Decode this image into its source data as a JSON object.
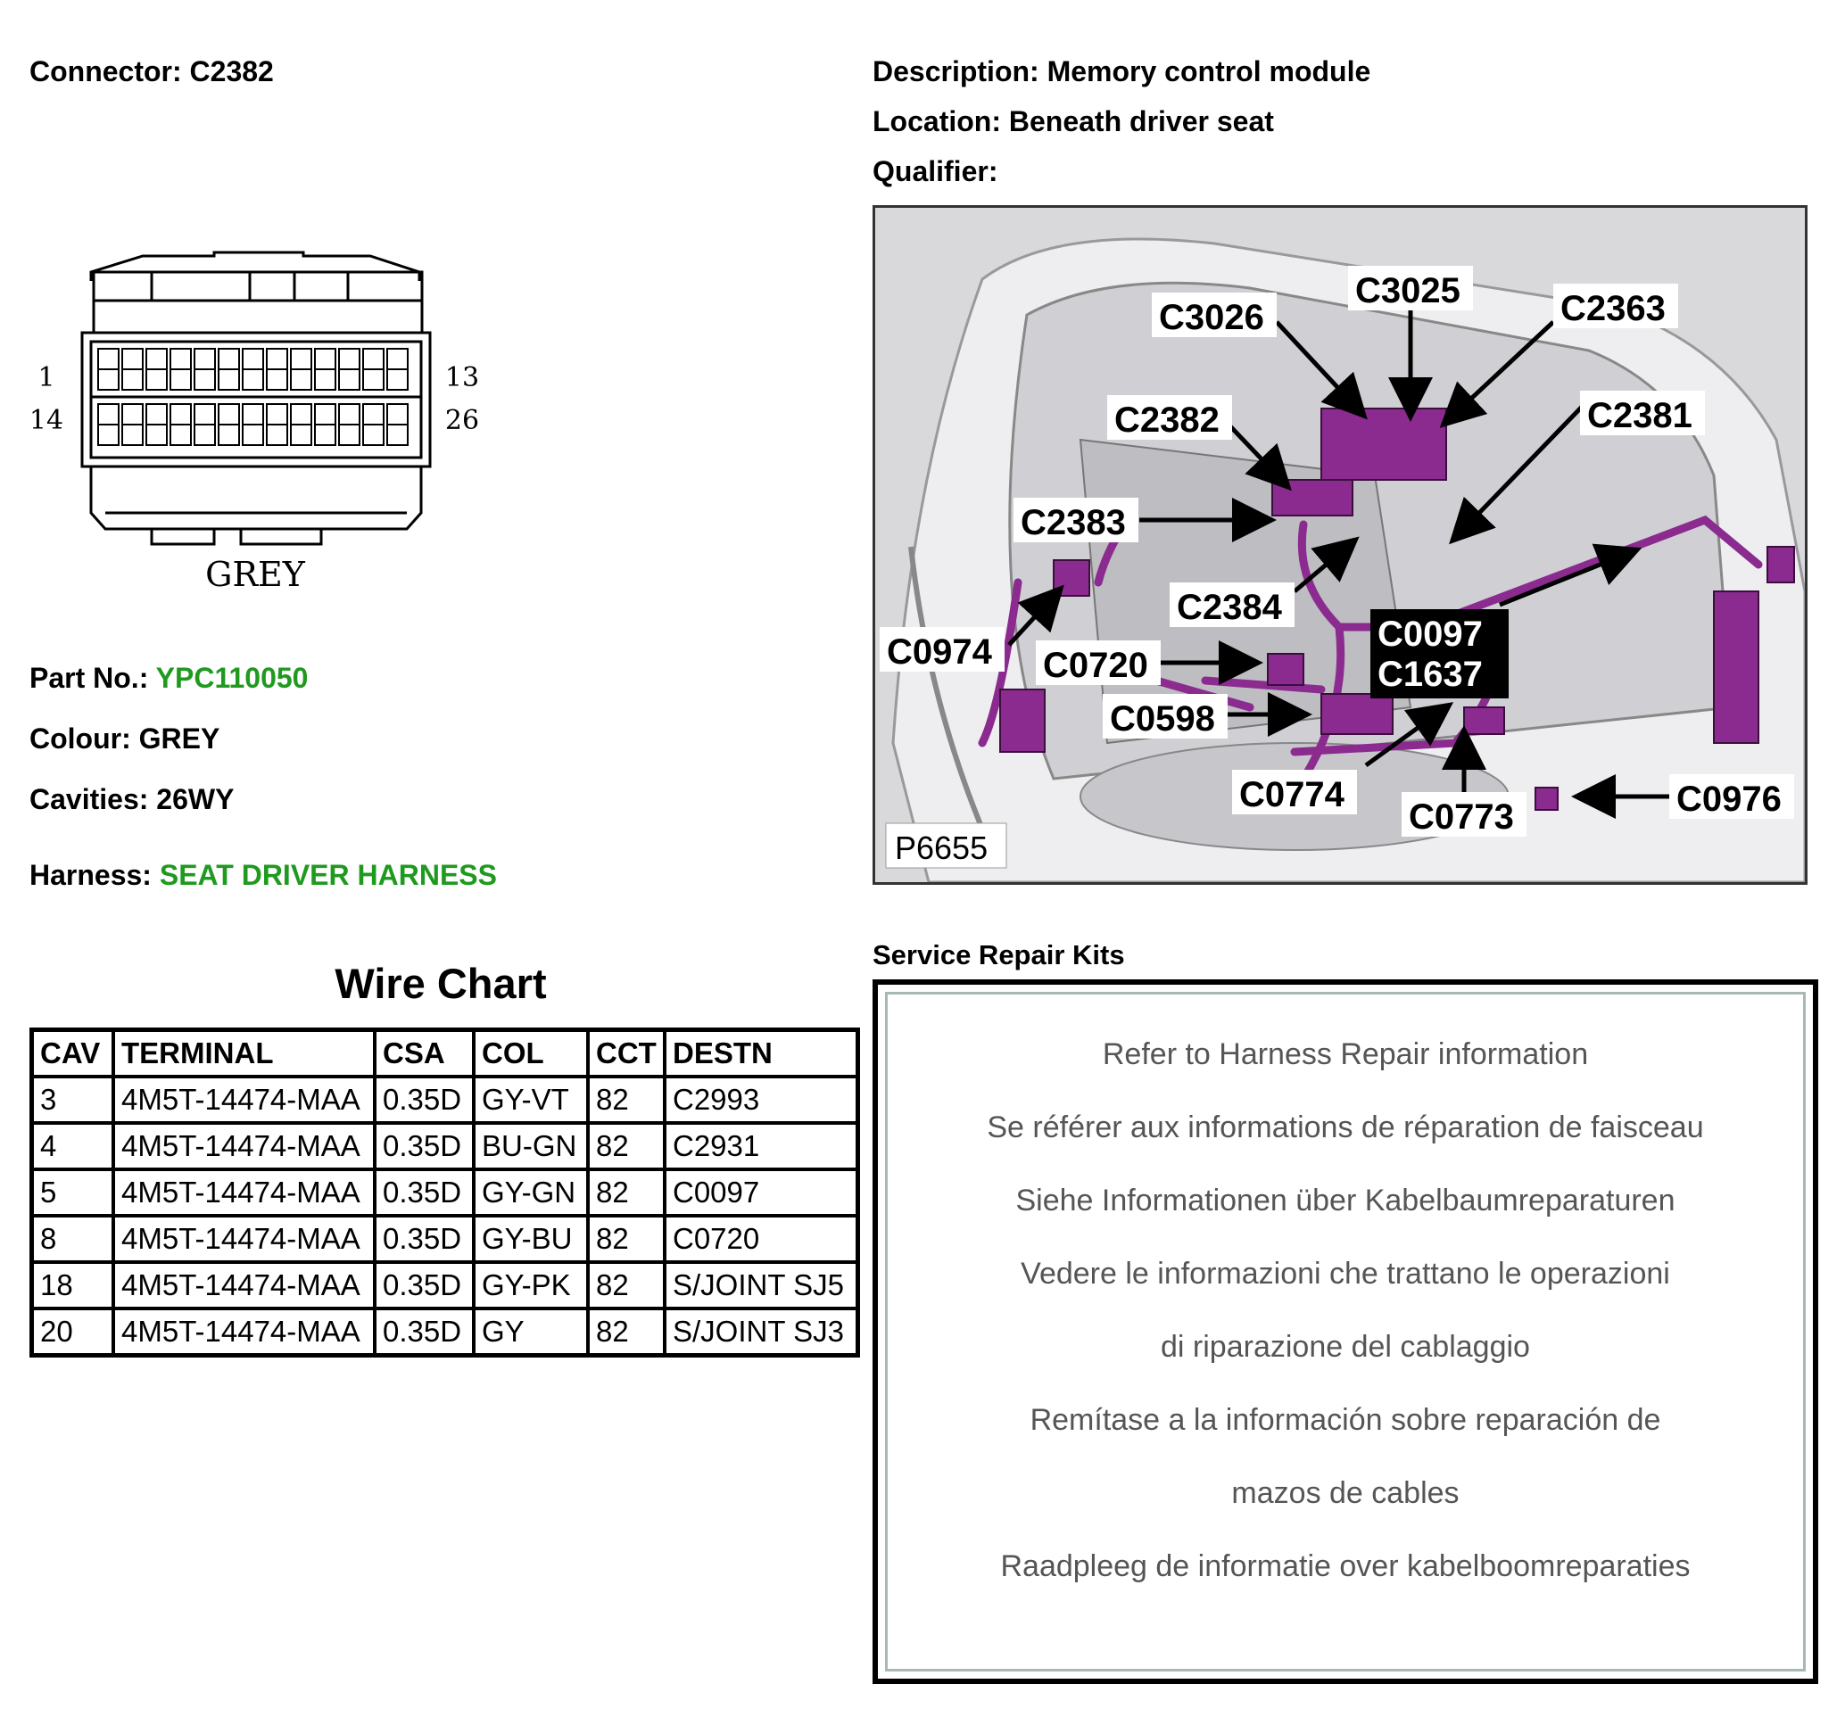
{
  "header": {
    "connector_label": "Connector:",
    "connector_value": "C2382",
    "description_label": "Description:",
    "description_value": "Memory control module",
    "location_label": "Location:",
    "location_value": "Beneath driver seat",
    "qualifier_label": "Qualifier:",
    "qualifier_value": ""
  },
  "connector": {
    "pin_top_left": "1",
    "pin_bottom_left": "14",
    "pin_top_right": "13",
    "pin_bottom_right": "26",
    "colour_caption": "GREY"
  },
  "details": {
    "part_label": "Part No.:",
    "part_value": "YPC110050",
    "colour_label": "Colour:",
    "colour_value": "GREY",
    "cavities_label": "Cavities:",
    "cavities_value": "26WY",
    "harness_label": "Harness:",
    "harness_value": "SEAT DRIVER HARNESS"
  },
  "wire_chart": {
    "title": "Wire Chart",
    "columns": [
      "CAV",
      "TERMINAL",
      "CSA",
      "COL",
      "CCT",
      "DESTN"
    ],
    "rows": [
      [
        "3",
        "4M5T-14474-MAA",
        "0.35D",
        "GY-VT",
        "82",
        "C2993"
      ],
      [
        "4",
        "4M5T-14474-MAA",
        "0.35D",
        "BU-GN",
        "82",
        "C2931"
      ],
      [
        "5",
        "4M5T-14474-MAA",
        "0.35D",
        "GY-GN",
        "82",
        "C0097"
      ],
      [
        "8",
        "4M5T-14474-MAA",
        "0.35D",
        "GY-BU",
        "82",
        "C0720"
      ],
      [
        "18",
        "4M5T-14474-MAA",
        "0.35D",
        "GY-PK",
        "82",
        "S/JOINT SJ5"
      ],
      [
        "20",
        "4M5T-14474-MAA",
        "0.35D",
        "GY",
        "82",
        "S/JOINT SJ3"
      ]
    ]
  },
  "photo": {
    "figure_id": "P6655",
    "callouts": {
      "c3026": "C3026",
      "c3025": "C3025",
      "c2363": "C2363",
      "c2382": "C2382",
      "c2381": "C2381",
      "c2383": "C2383",
      "c2384": "C2384",
      "c0974": "C0974",
      "c0720": "C0720",
      "c0097": "C0097",
      "c1637": "C1637",
      "c0598": "C0598",
      "c0774": "C0774",
      "c0773": "C0773",
      "c0976": "C0976"
    }
  },
  "service_repair": {
    "title": "Service Repair Kits",
    "lines": [
      "Refer to Harness Repair information",
      "Se référer aux informations de réparation de faisceau",
      "Siehe Informationen über Kabelbaumreparaturen",
      "Vedere le informazioni che trattano le operazioni",
      "di riparazione del cablaggio",
      "Remítase a la información sobre reparación de",
      "mazos de cables",
      "Raadpleeg de informatie over kabelboomreparaties"
    ]
  },
  "colors": {
    "accent_green": "#1f9a1f",
    "harness_purple": "#8b2a8f"
  }
}
